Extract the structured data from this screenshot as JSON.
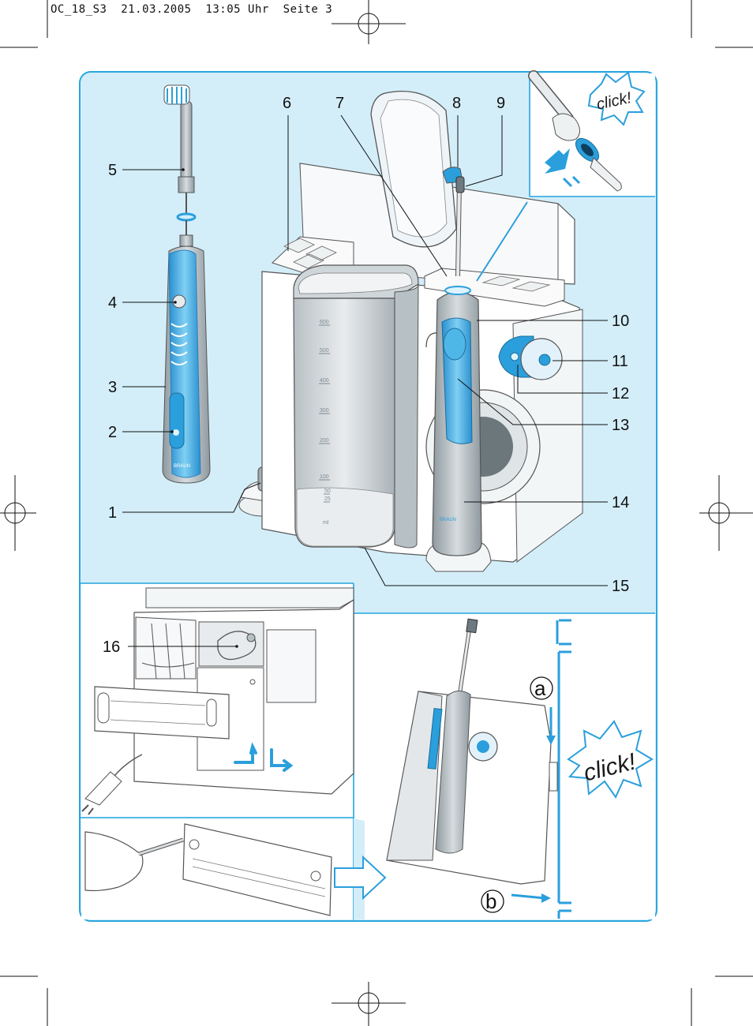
{
  "header": {
    "file": "OC_18_S3",
    "date": "21.03.2005",
    "time": "13:05 Uhr",
    "page": "Seite 3"
  },
  "callouts": {
    "n1": "1",
    "n2": "2",
    "n3": "3",
    "n4": "4",
    "n5": "5",
    "n6": "6",
    "n7": "7",
    "n8": "8",
    "n9": "9",
    "n10": "10",
    "n11": "11",
    "n12": "12",
    "n13": "13",
    "n14": "14",
    "n15": "15",
    "n16": "16"
  },
  "beaker_scale": [
    "600",
    "500",
    "400",
    "300",
    "200",
    "100",
    "50",
    "25",
    "ml"
  ],
  "click_top": "click!",
  "click_bottom": "click!",
  "step_a": "a",
  "step_b": "b",
  "brand": "BRAUN",
  "colors": {
    "panel_bg": "#d3eef9",
    "frame": "#2aa7de",
    "accent": "#2b9fdc",
    "device_grey": "#a9b3ba"
  }
}
